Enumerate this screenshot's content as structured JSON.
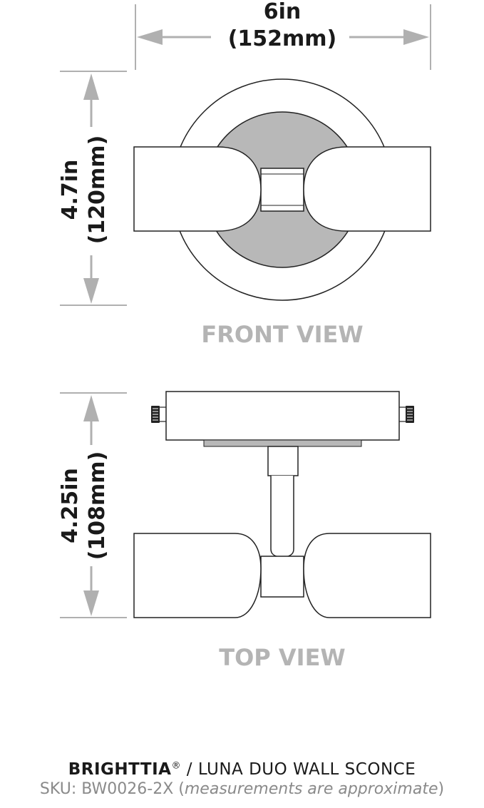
{
  "dimensions": {
    "width_in": "6in",
    "width_mm": "(152mm)",
    "front_height_in": "4.7in",
    "front_height_mm": "(120mm)",
    "top_depth_in": "4.25in",
    "top_depth_mm": "(108mm)"
  },
  "views": {
    "front": "FRONT VIEW",
    "top": "TOP VIEW"
  },
  "footer": {
    "brand": "BRIGHTTIA",
    "registered": "®",
    "separator": " / ",
    "product": "LUNA DUO WALL SCONCE",
    "sku": "SKU: BW0026-2X",
    "note_open": " (",
    "note": "measurements are approximate",
    "note_close": ")"
  },
  "colors": {
    "outline": "#222222",
    "arrow_gray": "#b0b0b0",
    "fill_gray": "#b8b8b8",
    "label_gray": "#b4b4b4"
  }
}
